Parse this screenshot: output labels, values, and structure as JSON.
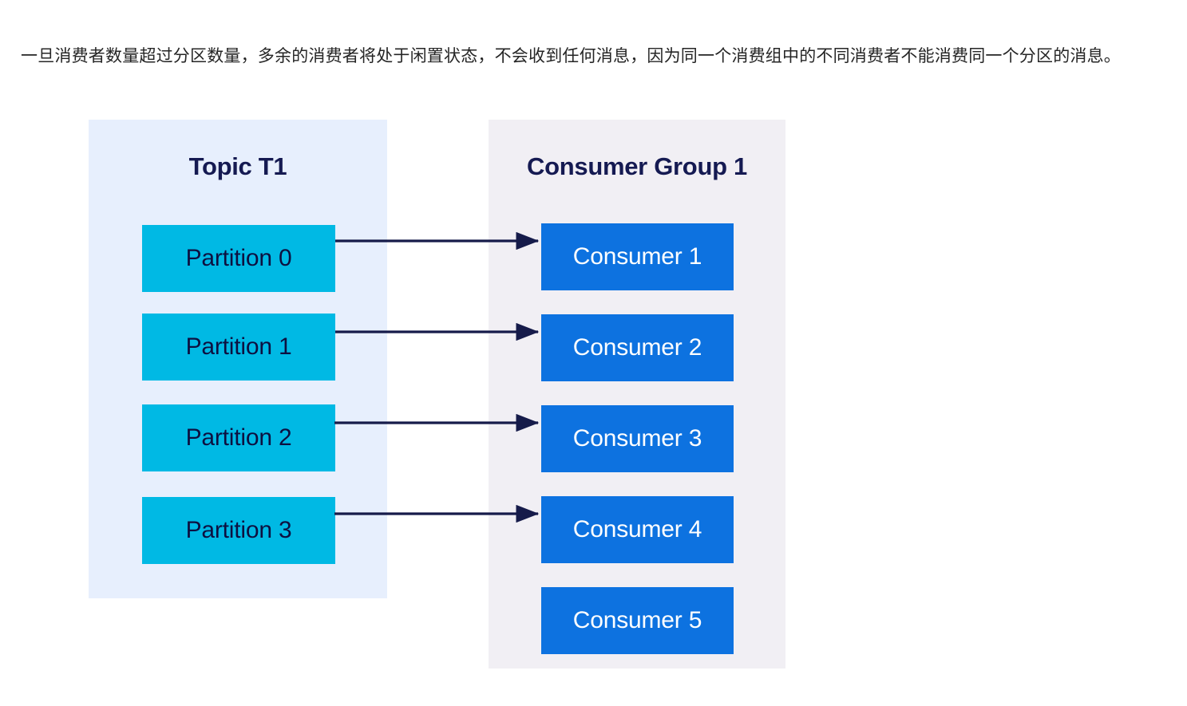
{
  "paragraph": {
    "text": "一旦消费者数量超过分区数量，多余的消费者将处于闲置状态，不会收到任何消息，因为同一个消费组中的不同消费者不能消费同一个分区的消息。"
  },
  "diagram": {
    "type": "flow",
    "colors": {
      "topic_panel_bg": "#e7effd",
      "consumer_panel_bg": "#f1eff4",
      "partition_fill": "#00b9e4",
      "partition_text": "#0d1040",
      "consumer_fill": "#0d72e0",
      "consumer_text": "#ffffff",
      "title_text": "#151a52",
      "arrow": "#161b4a"
    },
    "topic_panel": {
      "title": "Topic T1",
      "partitions": [
        {
          "label": "Partition 0"
        },
        {
          "label": "Partition 1"
        },
        {
          "label": "Partition 2"
        },
        {
          "label": "Partition 3"
        }
      ]
    },
    "consumer_group_panel": {
      "title": "Consumer Group 1",
      "consumers": [
        {
          "label": "Consumer 1",
          "has_arrow": true
        },
        {
          "label": "Consumer 2",
          "has_arrow": true
        },
        {
          "label": "Consumer 3",
          "has_arrow": true
        },
        {
          "label": "Consumer 4",
          "has_arrow": true
        },
        {
          "label": "Consumer 5",
          "has_arrow": false
        }
      ]
    },
    "connections": [
      {
        "from": "Partition 0",
        "to": "Consumer 1"
      },
      {
        "from": "Partition 1",
        "to": "Consumer 2"
      },
      {
        "from": "Partition 2",
        "to": "Consumer 3"
      },
      {
        "from": "Partition 3",
        "to": "Consumer 4"
      }
    ]
  }
}
